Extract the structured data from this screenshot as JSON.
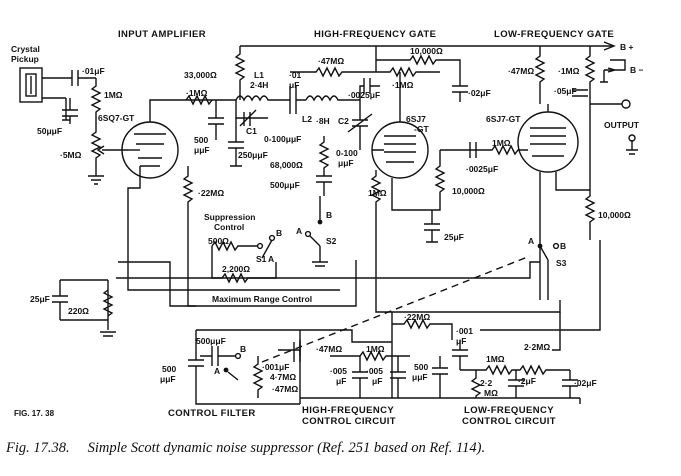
{
  "figure": {
    "id_label": "FIG. 17. 38",
    "section_headers": {
      "input_amplifier": "INPUT AMPLIFIER",
      "high_frequency_gate": "HIGH-FREQUENCY GATE",
      "low_frequency_gate": "LOW-FREQUENCY GATE",
      "control_filter": "CONTROL FILTER",
      "hf_control_line1": "HIGH-FREQUENCY",
      "hf_control_line2": "CONTROL CIRCUIT",
      "lf_control_line1": "LOW-FREQUENCY",
      "lf_control_line2": "CONTROL CIRCUIT"
    },
    "terminals": {
      "b_plus": "B +",
      "b_minus": "B −",
      "output": "OUTPUT"
    },
    "blocks": {
      "crystal_line1": "Crystal",
      "crystal_line2": "Pickup",
      "suppression_line1": "Suppression",
      "suppression_line2": "Control",
      "max_range": "Maximum Range Control"
    },
    "tubes": {
      "v1": "6SQ7-GT",
      "v2_line1": "6SJ7",
      "v2_line2": "-GT",
      "v3": "6SJ7-GT"
    },
    "components": {
      "c_01uf_in": "·01μF",
      "r_1m_in": "1MΩ",
      "c_50puf": "50μμF",
      "r_5m": "·5MΩ",
      "r_33k": "33,000Ω",
      "r_1m_plate": "·1MΩ",
      "c_500puf_a": "500",
      "c_500puf_a2": "μμF",
      "l1_name": "L1",
      "l1_val": "2·4H",
      "c1_name": "C1",
      "c1_val": "0-100μμF",
      "c_250puf": "250μμF",
      "r_22m": "·22MΩ",
      "c_01uf_b": "·01",
      "c_01uf_b2": "μF",
      "r_47m_hf": "·47MΩ",
      "c_0025_hf": "·0025μF",
      "r_1m_hf": "·1MΩ",
      "l2_name": "L2",
      "l2_val": "·8H",
      "c2_name": "C2",
      "c2_val": "0-100",
      "c2_unit": "μμF",
      "r_68k": "68,000Ω",
      "c_500puf_b": "500μμF",
      "r_1m_cath": "1MΩ",
      "r_10k_top": "10,000Ω",
      "c_02uf_top": "·02μF",
      "r_10k_mid": "10,000Ω",
      "c_25uf_mid": "25μF",
      "r_47m_lf": "·47MΩ",
      "r_1m_lf": "·1MΩ",
      "c_05uf": "·05μF",
      "r_1m_grid": "1MΩ",
      "c_0025_lf": "·0025μF",
      "r_10k_right": "10,000Ω",
      "r_500_sup": "500Ω",
      "r_2200": "2,200Ω",
      "c_25uf_left": "25μF",
      "r_220": "220Ω",
      "c_500puf_f": "500μμF",
      "c_500puf_f2a": "500",
      "c_500puf_f2b": "μμF",
      "c_001uf": "·001μF",
      "r_47m_f": "4·7MΩ",
      "r_47m_f2": "·47MΩ",
      "r_22m_ctl": "·22MΩ",
      "r_47m_ctl": "·47MΩ",
      "r_1m_ctl": "1MΩ",
      "c_005a": "·005",
      "c_005a2": "μF",
      "c_005b": "·005",
      "c_005b2": "μF",
      "c_500_ctl": "500",
      "c_500_ctl2": "μμF",
      "c_001_ctl": "·001",
      "c_001_ctl2": "μF",
      "r_1m_lfc": "1MΩ",
      "r_22m_lfc": "2·2MΩ",
      "r_22m_lfc_b": "2·2",
      "r_22m_lfc_b2": "MΩ",
      "c_2uf": "·2μF",
      "c_02uf_lfc": "·02μF"
    },
    "switch_labels": {
      "s1": "S1",
      "s2": "S2",
      "s3": "S3",
      "a": "A",
      "b": "B",
      "s1a": "A",
      "s1b": "B",
      "s2a": "A",
      "s2b": "B",
      "s3a": "A",
      "s3b": "B",
      "fa": "A",
      "fb": "B"
    }
  },
  "caption": {
    "fig": "Fig. 17.38.",
    "text": "Simple Scott dynamic noise suppressor (Ref. 251 based on Ref. 114)."
  }
}
